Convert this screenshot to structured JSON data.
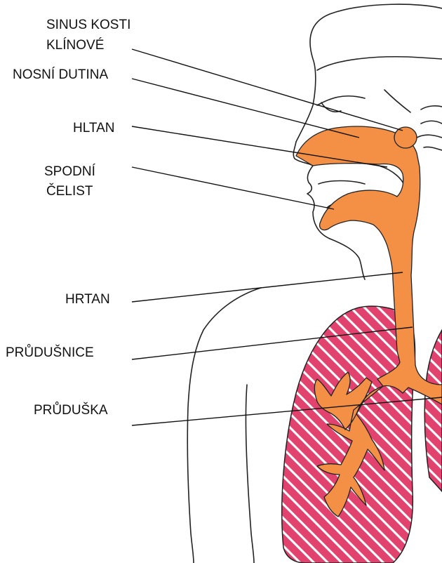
{
  "colors": {
    "airway": "#f39046",
    "lung": "#e2426e",
    "outline": "#222222",
    "stripe": "#ffffff"
  },
  "labels": {
    "sphenoid_sinus_line1": "SINUS KOSTI",
    "sphenoid_sinus_line2": "KLÍNOVÉ",
    "nasal_cavity": "NOSNÍ DUTINA",
    "pharynx": "HLTAN",
    "jaw_line1": "SPODNÍ",
    "jaw_line2": "ČELIST",
    "larynx": "HRTAN",
    "trachea": "PRŮDUŠNICE",
    "bronchus": "PRŮDUŠKA"
  }
}
